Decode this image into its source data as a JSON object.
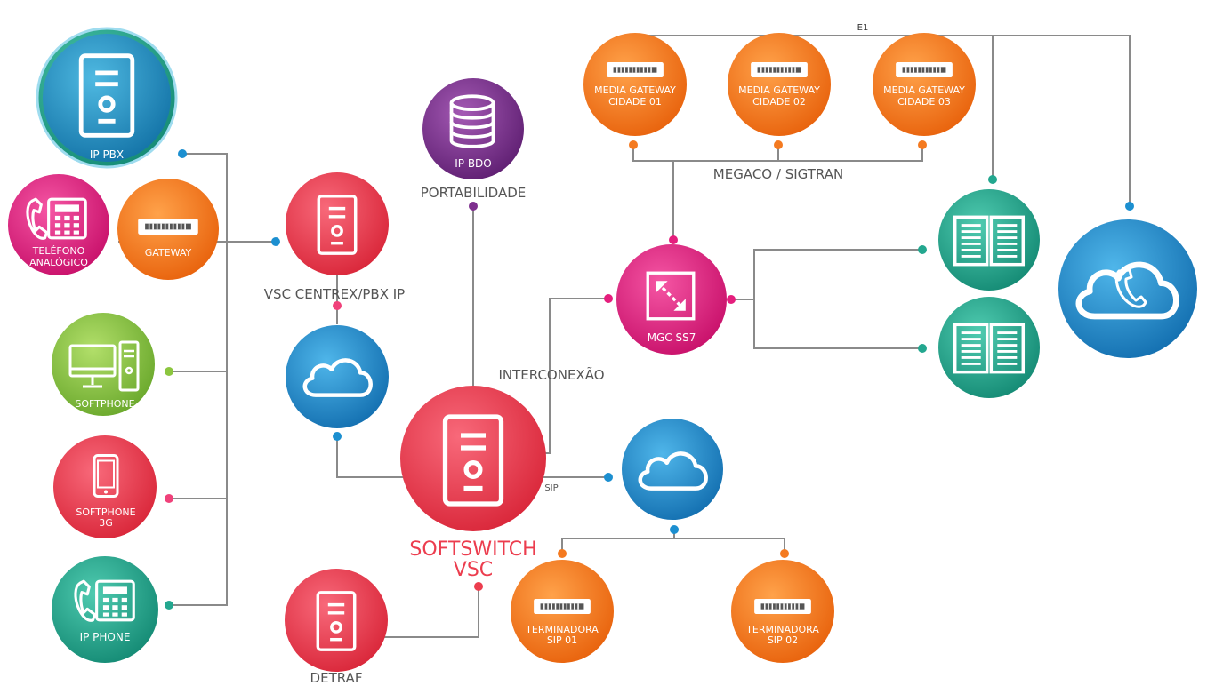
{
  "colors": {
    "line": "#8a8a8a",
    "blue": "#1c8fd0",
    "teal": "#23a78f",
    "red": "#ec3d4e",
    "orange": "#f47a20",
    "magenta": "#e51e7d",
    "purple": "#7e2f8e",
    "green": "#8cc63f",
    "pink": "#f0417a"
  },
  "labels": {
    "ip_pbx": "IP PBX",
    "telefono_l1": "TELÉFONO",
    "telefono_l2": "ANALÓGICO",
    "gateway": "GATEWAY",
    "softphone": "SOFTPHONE",
    "softphone3g_l1": "SOFTPHONE",
    "softphone3g_l2": "3G",
    "ip_phone": "IP PHONE",
    "vsc_centrex": "VSC CENTREX/PBX IP",
    "ip_bdo": "IP BDO",
    "portabilidade": "PORTABILIDADE",
    "softswitch_l1": "SOFTSWITCH",
    "softswitch_l2": "VSC",
    "detraf": "DETRAF",
    "interconexao": "INTERCONEXÃO",
    "sip": "SIP",
    "mgc": "MGC SS7",
    "megaco": "MEGACO / SIGTRAN",
    "e1": "E1",
    "mg_top": "MEDIA GATEWAY",
    "mg1": "CIDADE 01",
    "mg2": "CIDADE 02",
    "mg3": "CIDADE 03",
    "term_top": "TERMINADORA",
    "term1": "SIP 01",
    "term2": "SIP 02"
  },
  "icons": {
    "ip_pbx": "server-icon",
    "telefono": "desk-phone-icon",
    "gateway": "gateway-icon",
    "softphone": "computer-icon",
    "softphone3g": "smartphone-icon",
    "ip_phone": "desk-phone-icon",
    "vsc_centrex": "server-icon",
    "cloud_left": "cloud-icon",
    "ip_bdo": "database-icon",
    "softswitch": "server-icon",
    "detraf": "server-icon",
    "cloud_sip": "cloud-icon",
    "mgc": "resize-arrow-icon",
    "media_gateway": "gateway-icon",
    "terminadora": "gateway-icon",
    "book": "book-icon",
    "cloud_phone": "cloud-phone-icon"
  }
}
